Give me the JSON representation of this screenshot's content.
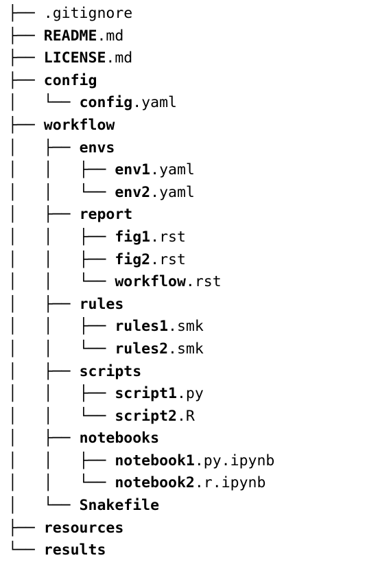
{
  "tree": {
    "rows": [
      {
        "prefix": "├── ",
        "bold": "",
        "ext": ".gitignore"
      },
      {
        "prefix": "├── ",
        "bold": "README",
        "ext": ".md"
      },
      {
        "prefix": "├── ",
        "bold": "LICENSE",
        "ext": ".md"
      },
      {
        "prefix": "├── ",
        "bold": "config",
        "ext": ""
      },
      {
        "prefix": "│   └── ",
        "bold": "config",
        "ext": ".yaml"
      },
      {
        "prefix": "├── ",
        "bold": "workflow",
        "ext": ""
      },
      {
        "prefix": "│   ├── ",
        "bold": "envs",
        "ext": ""
      },
      {
        "prefix": "│   │   ├── ",
        "bold": "env1",
        "ext": ".yaml"
      },
      {
        "prefix": "│   │   └── ",
        "bold": "env2",
        "ext": ".yaml"
      },
      {
        "prefix": "│   ├── ",
        "bold": "report",
        "ext": ""
      },
      {
        "prefix": "│   │   ├── ",
        "bold": "fig1",
        "ext": ".rst"
      },
      {
        "prefix": "│   │   ├── ",
        "bold": "fig2",
        "ext": ".rst"
      },
      {
        "prefix": "│   │   └── ",
        "bold": "workflow",
        "ext": ".rst"
      },
      {
        "prefix": "│   ├── ",
        "bold": "rules",
        "ext": ""
      },
      {
        "prefix": "│   │   ├── ",
        "bold": "rules1",
        "ext": ".smk"
      },
      {
        "prefix": "│   │   └── ",
        "bold": "rules2",
        "ext": ".smk"
      },
      {
        "prefix": "│   ├── ",
        "bold": "scripts",
        "ext": ""
      },
      {
        "prefix": "│   │   ├── ",
        "bold": "script1",
        "ext": ".py"
      },
      {
        "prefix": "│   │   └── ",
        "bold": "script2",
        "ext": ".R"
      },
      {
        "prefix": "│   ├── ",
        "bold": "notebooks",
        "ext": ""
      },
      {
        "prefix": "│   │   ├── ",
        "bold": "notebook1",
        "ext": ".py.ipynb"
      },
      {
        "prefix": "│   │   └── ",
        "bold": "notebook2",
        "ext": ".r.ipynb"
      },
      {
        "prefix": "│   └── ",
        "bold": "Snakefile",
        "ext": ""
      },
      {
        "prefix": "├── ",
        "bold": "resources",
        "ext": ""
      },
      {
        "prefix": "└── ",
        "bold": "results",
        "ext": ""
      }
    ]
  }
}
